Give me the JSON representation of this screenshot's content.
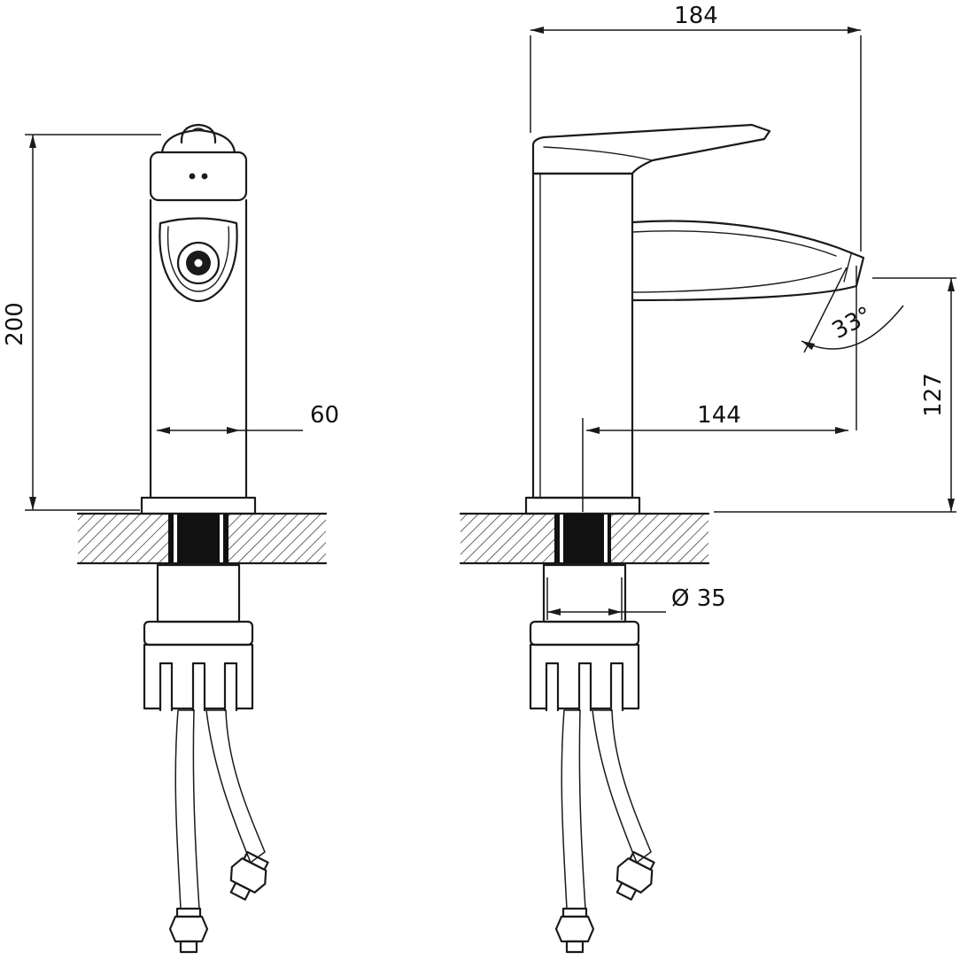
{
  "drawing": {
    "colors": {
      "line": "#1a1a1a",
      "background": "#ffffff"
    },
    "dims": {
      "overall_height": "200",
      "body_width": "60",
      "overall_length": "184",
      "spout_angle": "33°",
      "spout_reach": "144",
      "outlet_height": "127",
      "mount_hole": "Ø 35"
    }
  }
}
